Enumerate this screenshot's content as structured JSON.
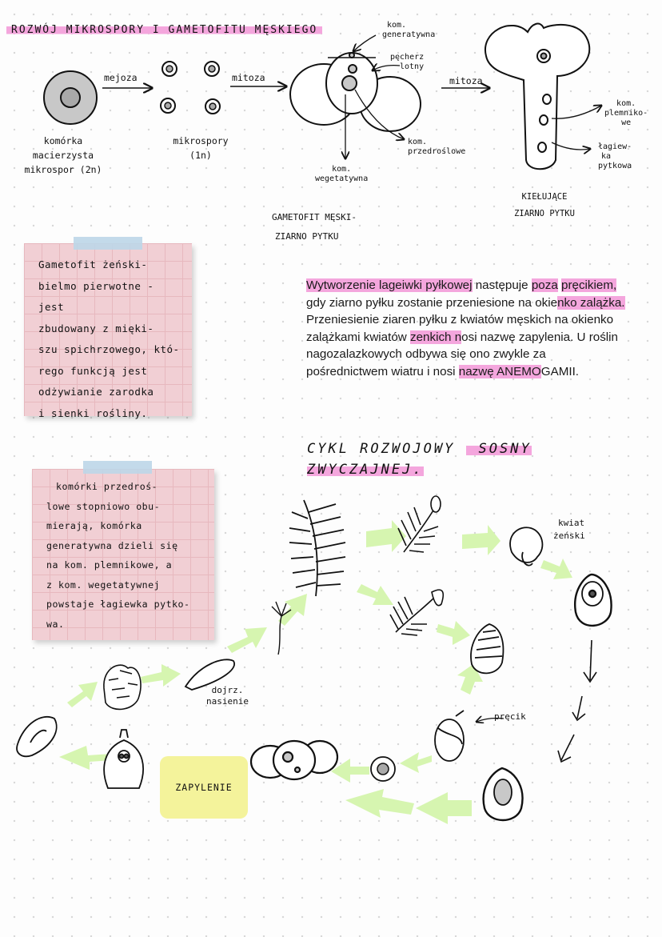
{
  "top": {
    "title": "ROZWÓJ MIKROSPORY I GAMETOFITU MĘSKIEGO",
    "arrow_meioza": "mejoza",
    "arrow_mitoza1": "mitoza",
    "arrow_mitoza2": "mitoza",
    "label_mother_cell": [
      "komórka",
      "macierzysta",
      "mikrospor (2n)"
    ],
    "label_microspores": [
      "mikrospory",
      "(1n)"
    ],
    "label_generative": [
      "kom.",
      "generatywna"
    ],
    "label_air_sac": [
      "pęcherz",
      "lotny"
    ],
    "label_prothallial": [
      "kom.",
      "przedroślowe"
    ],
    "label_vegetative": [
      "kom.",
      "wegetatywna"
    ],
    "label_gametophyte": [
      "GAMETOFIT MĘSKI-",
      "ZIARNO PYTKU"
    ],
    "label_germinating": [
      "KIEŁUJĄCE",
      "ZIARNO PYTKU"
    ],
    "label_sperm": [
      "kom.",
      "plemniko-",
      "we"
    ],
    "label_tube": [
      "łagiew-",
      "ka",
      "pytkowa"
    ]
  },
  "note1": {
    "lines": [
      "Gametofit żeński-",
      "bielmo pierwotne - jest",
      "zbudowany z mięki-",
      "szu spichrzowego, któ-",
      "rego funkcją jest",
      "odżywianie zarodka",
      "i sienki rośliny."
    ]
  },
  "paragraph": {
    "s1": "Wytworzenie lageiwki pyłkowej",
    "s2": " następuje ",
    "s3": "poza",
    "s4": "pręcikiem,",
    "s5": " gdy ziarno pyłku zostanie przeniesione na okie",
    "s6": "nko zalążka.",
    "s7": " Przeniesienie ziaren pyłku z kwiatów męskich na okienko zalążkami kwiatów ",
    "s8": "zenkich n",
    "s9": "osi nazwę zapylenia. U roślin nagozalazkowych odbywa się ono zwykle za pośrednictwem wiatru i nosi ",
    "s10": "nazwę ANEMO",
    "s11": "GAMII."
  },
  "note2": {
    "lines": [
      "komórki przedroś-",
      "lowe stopniowo obu-",
      "mierają, komórka",
      "generatywna dzieli się",
      "na kom. plemnikowe, a",
      "z kom. wegetatywnej",
      "powstaje łagiewka pytko-",
      "wa."
    ]
  },
  "cycle": {
    "title1": "CYKL ROZWOJOWY",
    "title2": "SOSNY",
    "title3": "ZWYCZAJNEJ.",
    "label_female": [
      "kwiat",
      "żeński"
    ],
    "label_stamen": "pręcik",
    "label_seed": [
      "dojrz.",
      "nasienie"
    ],
    "zapylenie": "ZAPYLENIE"
  },
  "colors": {
    "highlight_pink": "#f4a6dd",
    "note_pink": "#f1cfd4",
    "tape_blue": "#bcd6e8",
    "arrow_green": "#d6f5b0",
    "box_yellow": "#f4f39b",
    "grey_fill": "#c8c8c8"
  }
}
